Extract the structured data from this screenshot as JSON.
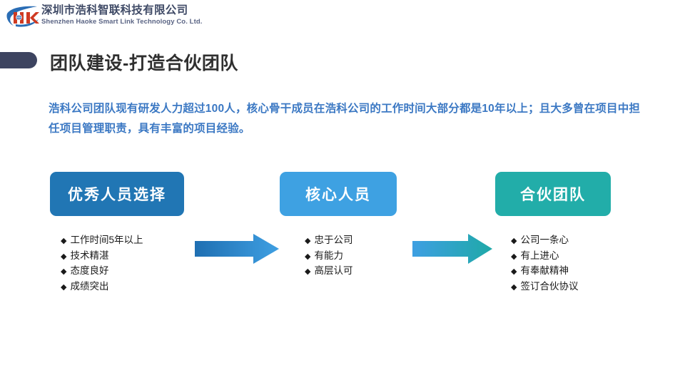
{
  "header": {
    "logo_icon": "haoke-logo-icon",
    "company_name_cn": "深圳市浩科智联科技有限公司",
    "company_name_en": "Shenzhen Haoke Smart Link Technology Co. Ltd."
  },
  "title": {
    "text": "团队建设-打造合伙团队",
    "accent_color": "#3d4460",
    "text_color": "#2f2f2f"
  },
  "intro": {
    "text": "浩科公司团队现有研发人力超过100人，核心骨干成员在浩科公司的工作时间大部分都是10年以上；且大多曾在项目中担任项目管理职责，具有丰富的项目经验。",
    "color": "#3b78c3"
  },
  "flow": {
    "bullet_glyph": "◆",
    "stages": [
      {
        "label": "优秀人员选择",
        "color": "#2176b4",
        "bullets": [
          "工作时间5年以上",
          "技术精湛",
          "态度良好",
          "成绩突出"
        ]
      },
      {
        "label": "核心人员",
        "color": "#3ea1e2",
        "bullets": [
          "忠于公司",
          "有能力",
          "高层认可"
        ]
      },
      {
        "label": "合伙团队",
        "color": "#22ada9",
        "bullets": [
          "公司一条心",
          "有上进心",
          "有奉献精神",
          "签订合伙协议"
        ]
      }
    ],
    "arrows": [
      {
        "name": "arrow-stage1-to-stage2",
        "from_color": "#1f6fb2",
        "to_color": "#3e9fe2"
      },
      {
        "name": "arrow-stage2-to-stage3",
        "from_color": "#3e9fe2",
        "to_color": "#1fa9a8"
      }
    ]
  }
}
